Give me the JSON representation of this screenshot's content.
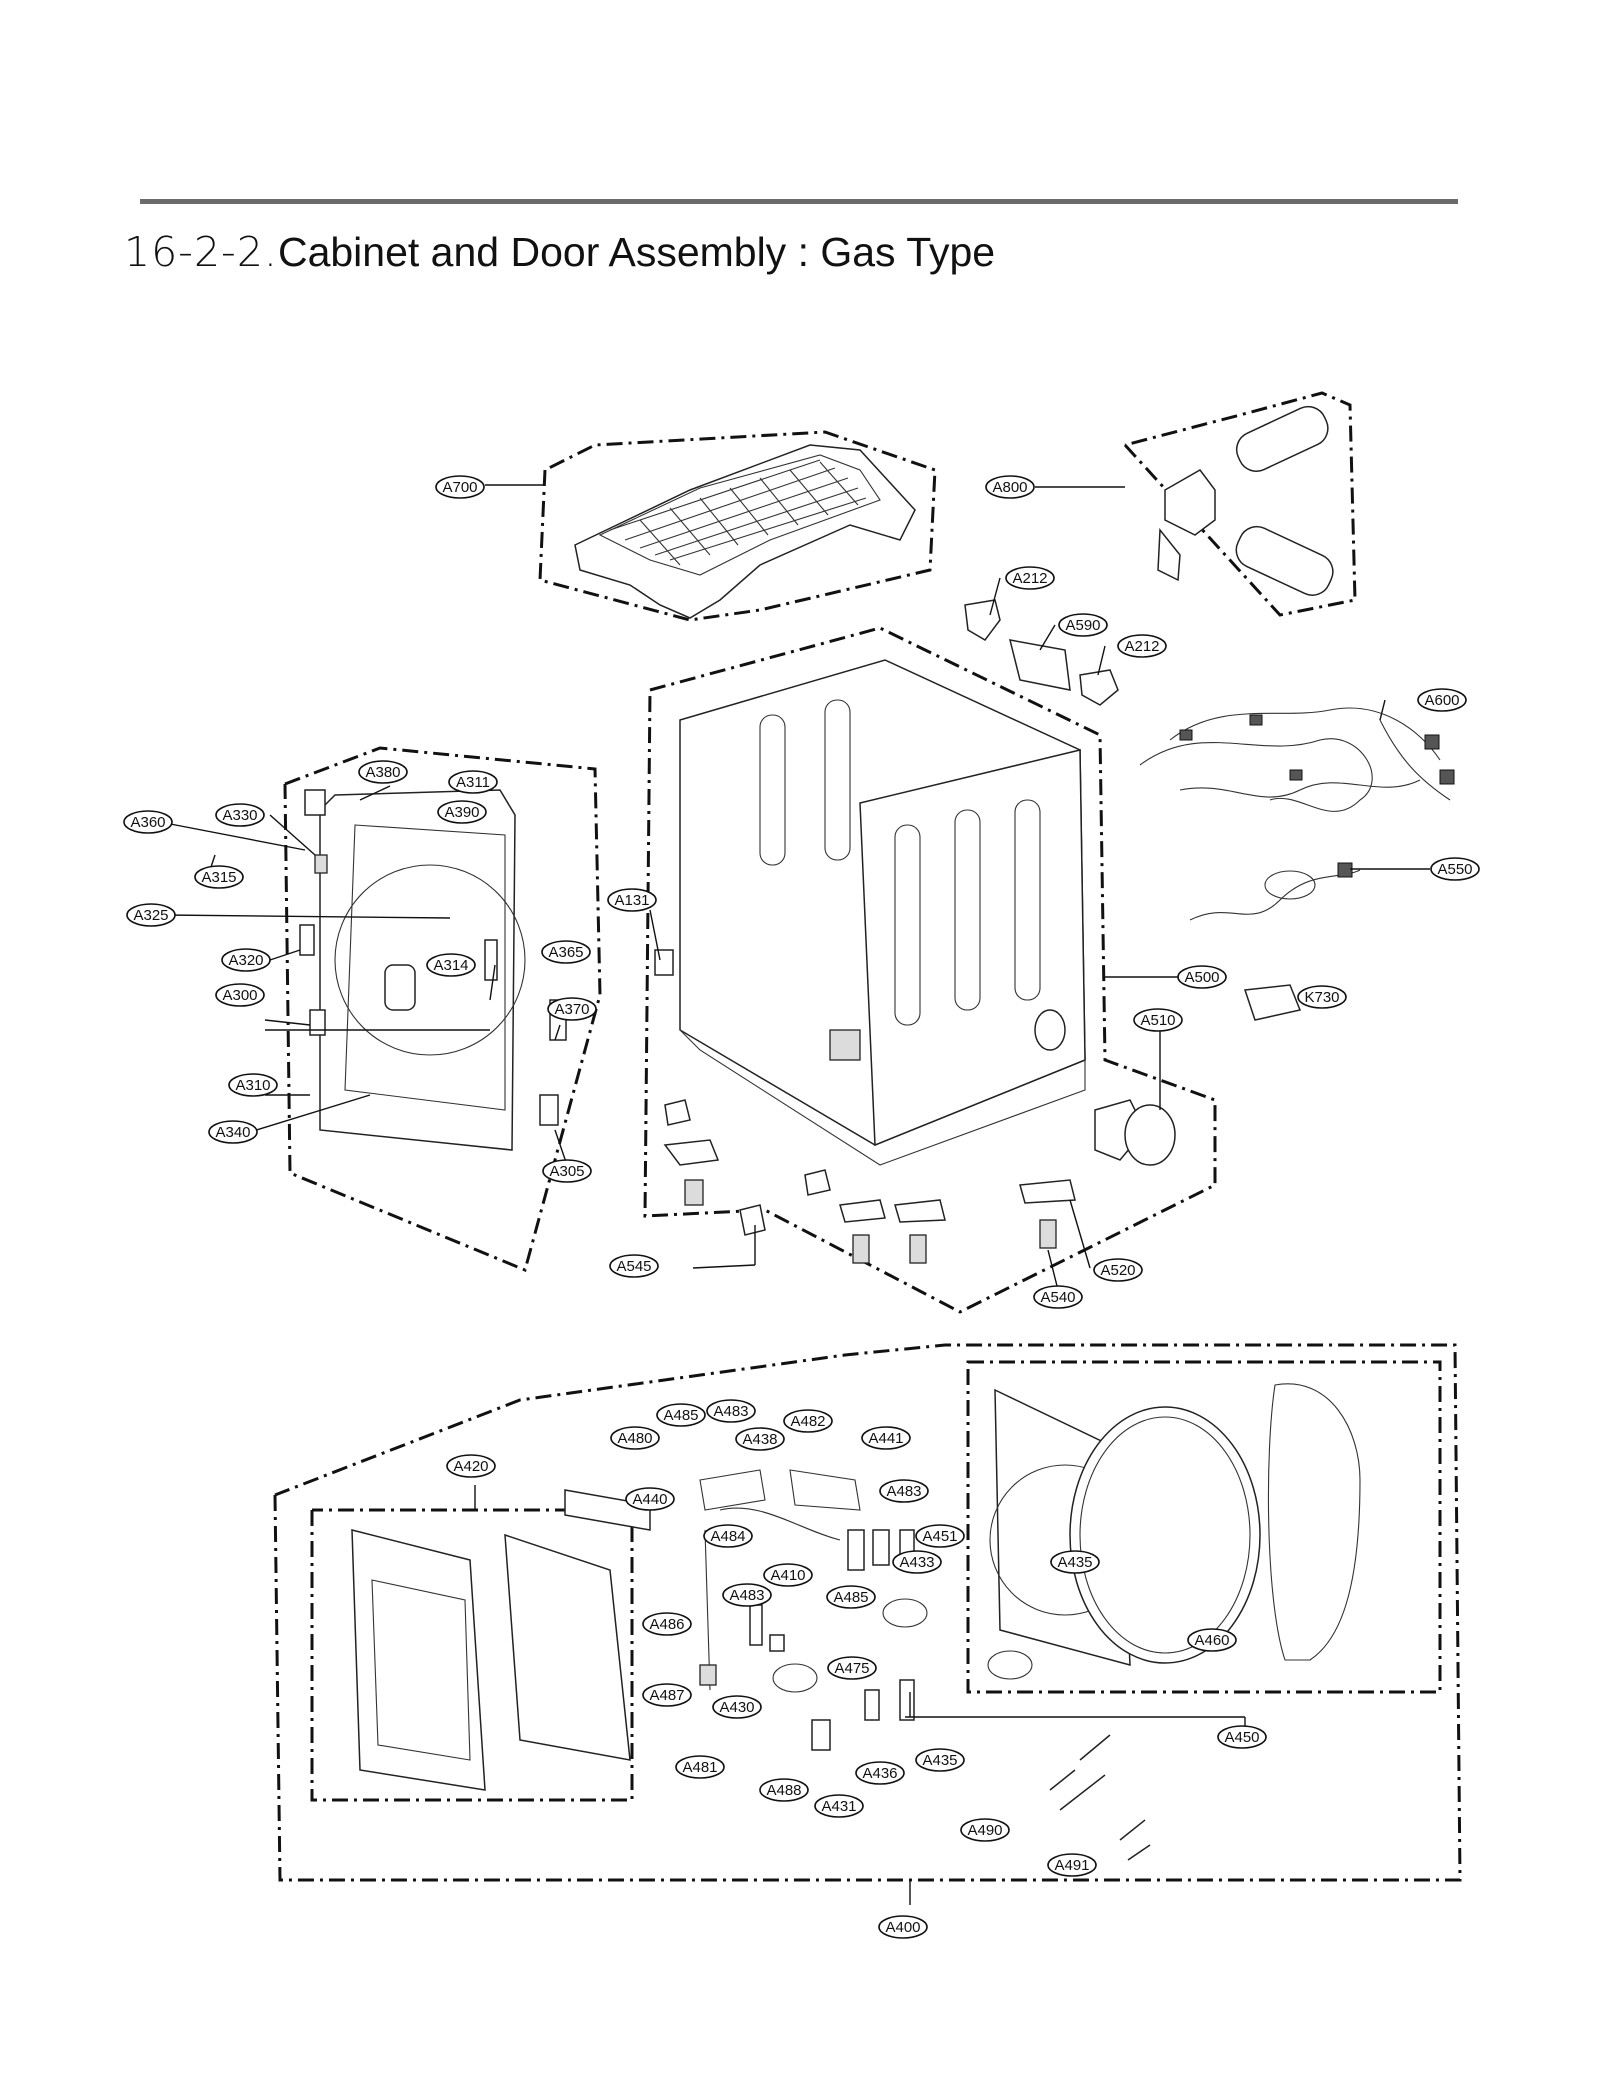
{
  "page": {
    "title_number": "16-2-2.",
    "title_text": "Cabinet and Door Assembly : Gas Type"
  },
  "colors": {
    "rule": "#6b6b6b",
    "ink": "#111111",
    "background": "#ffffff"
  },
  "labels": [
    "A700",
    "A800",
    "A212",
    "A590",
    "A212",
    "A600",
    "A550",
    "K730",
    "A510",
    "A500",
    "A131",
    "A520",
    "A540",
    "A545",
    "A380",
    "A311",
    "A390",
    "A360",
    "A330",
    "A315",
    "A325",
    "A320",
    "A314",
    "A365",
    "A300",
    "A370",
    "A310",
    "A340",
    "A305",
    "A420",
    "A440",
    "A480",
    "A485",
    "A483",
    "A438",
    "A482",
    "A441",
    "A483",
    "A484",
    "A410",
    "A451",
    "A433",
    "A483",
    "A485",
    "A486",
    "A475",
    "A487",
    "A430",
    "A481",
    "A488",
    "A431",
    "A436",
    "A435",
    "A490",
    "A491",
    "A435",
    "A460",
    "A450",
    "A400"
  ]
}
